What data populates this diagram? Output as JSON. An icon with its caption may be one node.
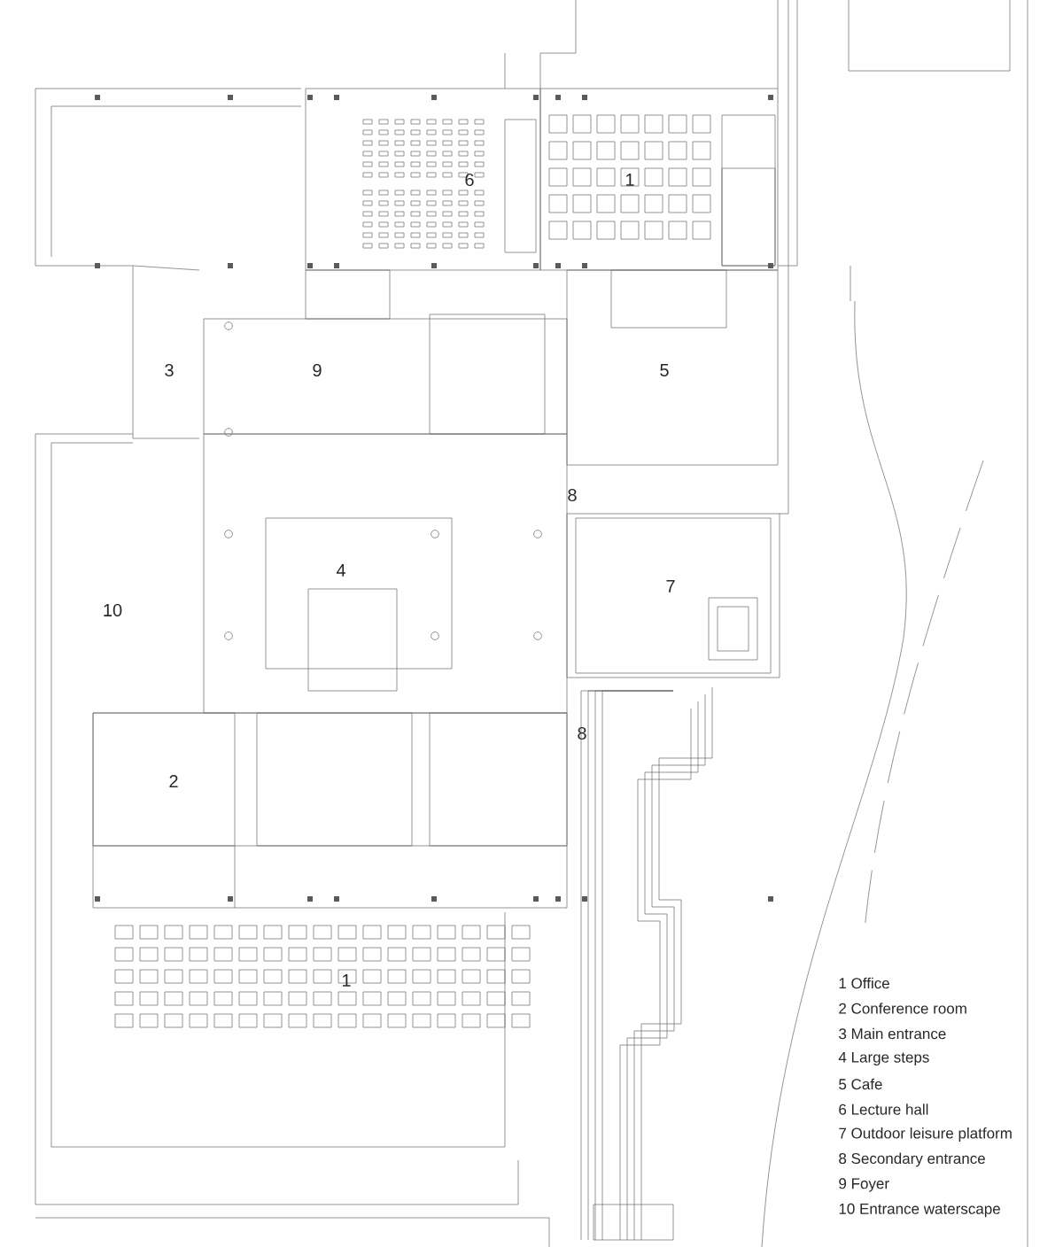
{
  "diagram": {
    "labels": [
      "6",
      "1",
      "3",
      "9",
      "5",
      "8",
      "4",
      "7",
      "10",
      "8",
      "2",
      "1",
      "1 Office",
      "2 Conference room",
      "3 Main entrance",
      "4 Large steps",
      "5 Cafe",
      "6 Lecture hall",
      "7 Outdoor leisure platform",
      "8 Secondary entrance",
      "9 Foyer",
      "10 Entrance waterscape"
    ]
  }
}
